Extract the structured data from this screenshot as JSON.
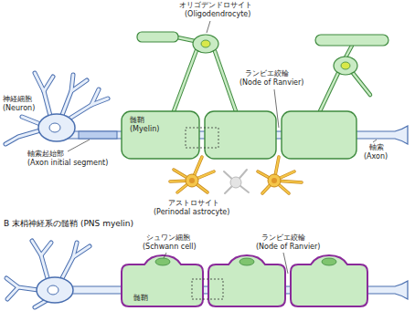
{
  "diagram": {
    "labels": [
      "オリゴデンドロサイト",
      "(Oligodendrocyte)",
      "神経細胞",
      "(Neuron)",
      "ランビエ絞輪",
      "(Node of Ranvier)",
      "髄鞘",
      "(Myelin)",
      "軸索",
      "(Axon)",
      "軸索起始部",
      "(Axon initial segment)",
      "アストロサイト",
      "(Perinodal astrocyte)",
      "B 末梢神経系の髄鞘 (PNS myelin)",
      "シュワン細胞",
      "(Schwann cell)",
      "ランビエ絞輪",
      "(Node of Ranvier)",
      "髄鞘"
    ]
  }
}
